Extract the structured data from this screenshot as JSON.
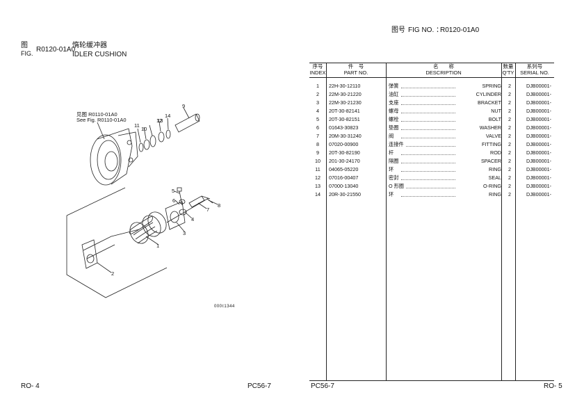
{
  "left_page": {
    "fig_label_cn": "图",
    "fig_label_en": "FIG.",
    "fig_no": "R0120-01A0",
    "title_cn": "惰轮缓冲器",
    "title_en": "IDLER CUSHION",
    "see_fig_cn": "见图 R0110-01A0",
    "see_fig_en": "See Fig. R0110-01A0",
    "callouts": [
      "1",
      "2",
      "3",
      "4",
      "5",
      "6",
      "7",
      "8",
      "9",
      "10",
      "11",
      "12",
      "13",
      "14"
    ],
    "drawing_code": "000τ1344",
    "page_no": "RO- 4",
    "model": "PC56-7"
  },
  "right_page": {
    "fig_header_cn": "图号",
    "fig_header_en": "FIG NO. ：",
    "fig_no": "R0120-01A0",
    "columns": {
      "index_cn": "序号",
      "index_en": "INDEX",
      "part_cn": "件　号",
      "part_en": "PART NO.",
      "desc_cn": "名　　称",
      "desc_en": "DESCRIPTION",
      "qty_cn": "数量",
      "qty_en": "Q'TY",
      "serial_cn": "系列号",
      "serial_en": "SERIAL NO."
    },
    "rows": [
      {
        "index": "1",
        "part_no": "22H-30-12110",
        "desc_cn": "弹簧",
        "desc_en": "SPRING",
        "qty": "2",
        "serial": "DJB00001-"
      },
      {
        "index": "2",
        "part_no": "22M-30-21220",
        "desc_cn": "油缸",
        "desc_en": "CYLINDER",
        "qty": "2",
        "serial": "DJB00001-"
      },
      {
        "index": "3",
        "part_no": "22M-30-21230",
        "desc_cn": "支座",
        "desc_en": "BRACKET",
        "qty": "2",
        "serial": "DJB00001-"
      },
      {
        "index": "4",
        "part_no": "20T-30-82141",
        "desc_cn": "螺母",
        "desc_en": "NUT",
        "qty": "2",
        "serial": "DJB00001-"
      },
      {
        "index": "5",
        "part_no": "20T-30-82151",
        "desc_cn": "螺栓",
        "desc_en": "BOLT",
        "qty": "2",
        "serial": "DJB00001-"
      },
      {
        "index": "6",
        "part_no": "01643-30823",
        "desc_cn": "垫圈",
        "desc_en": "WASHER",
        "qty": "2",
        "serial": "DJB00001-"
      },
      {
        "index": "7",
        "part_no": "20M-30-31240",
        "desc_cn": "阀",
        "desc_en": "VALVE",
        "qty": "2",
        "serial": "DJB00001-"
      },
      {
        "index": "8",
        "part_no": "07020-00900",
        "desc_cn": "连接件",
        "desc_en": "FITTING",
        "qty": "2",
        "serial": "DJB00001-"
      },
      {
        "index": "9",
        "part_no": "20T-30-82190",
        "desc_cn": "杆",
        "desc_en": "ROD",
        "qty": "2",
        "serial": "DJB00001-"
      },
      {
        "index": "10",
        "part_no": "201-30-24170",
        "desc_cn": "隔圈",
        "desc_en": "SPACER",
        "qty": "2",
        "serial": "DJB00001-"
      },
      {
        "index": "11",
        "part_no": "04065-05220",
        "desc_cn": "环",
        "desc_en": "RING",
        "qty": "2",
        "serial": "DJB00001-"
      },
      {
        "index": "12",
        "part_no": "07016-00407",
        "desc_cn": "密封",
        "desc_en": "SEAL",
        "qty": "2",
        "serial": "DJB00001-"
      },
      {
        "index": "13",
        "part_no": "07000-13040",
        "desc_cn": "O 形圈",
        "desc_en": "O-RING",
        "qty": "2",
        "serial": "DJB00001-"
      },
      {
        "index": "14",
        "part_no": "20R-30-21550",
        "desc_cn": "环",
        "desc_en": "RING",
        "qty": "2",
        "serial": "DJB00001-"
      }
    ],
    "model": "PC56-7",
    "page_no": "RO- 5"
  }
}
